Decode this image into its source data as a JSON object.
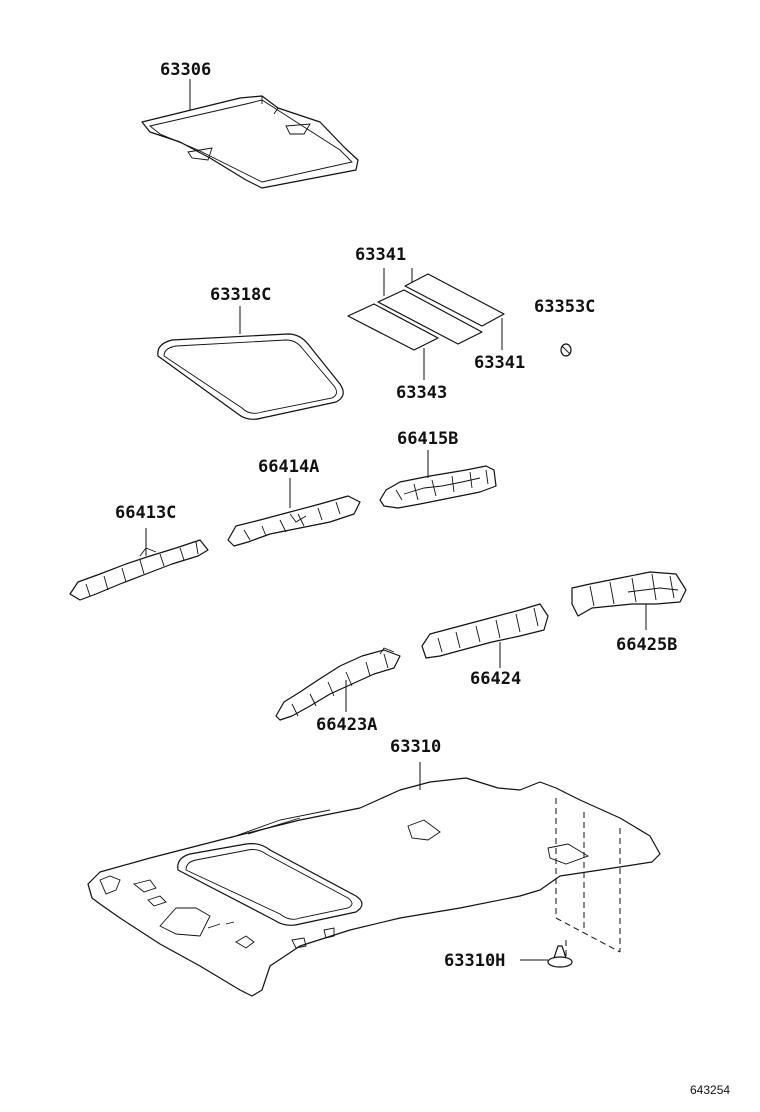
{
  "labels": {
    "p63306": "63306",
    "p63341a": "63341",
    "p63318c": "63318C",
    "p63353c": "63353C",
    "p63341b": "63341",
    "p63343": "63343",
    "p66415b": "66415B",
    "p66414a": "66414A",
    "p66413c": "66413C",
    "p66425b": "66425B",
    "p66424": "66424",
    "p66423a": "66423A",
    "p63310": "63310",
    "p63310h": "63310H"
  },
  "diagram_code": "643254"
}
